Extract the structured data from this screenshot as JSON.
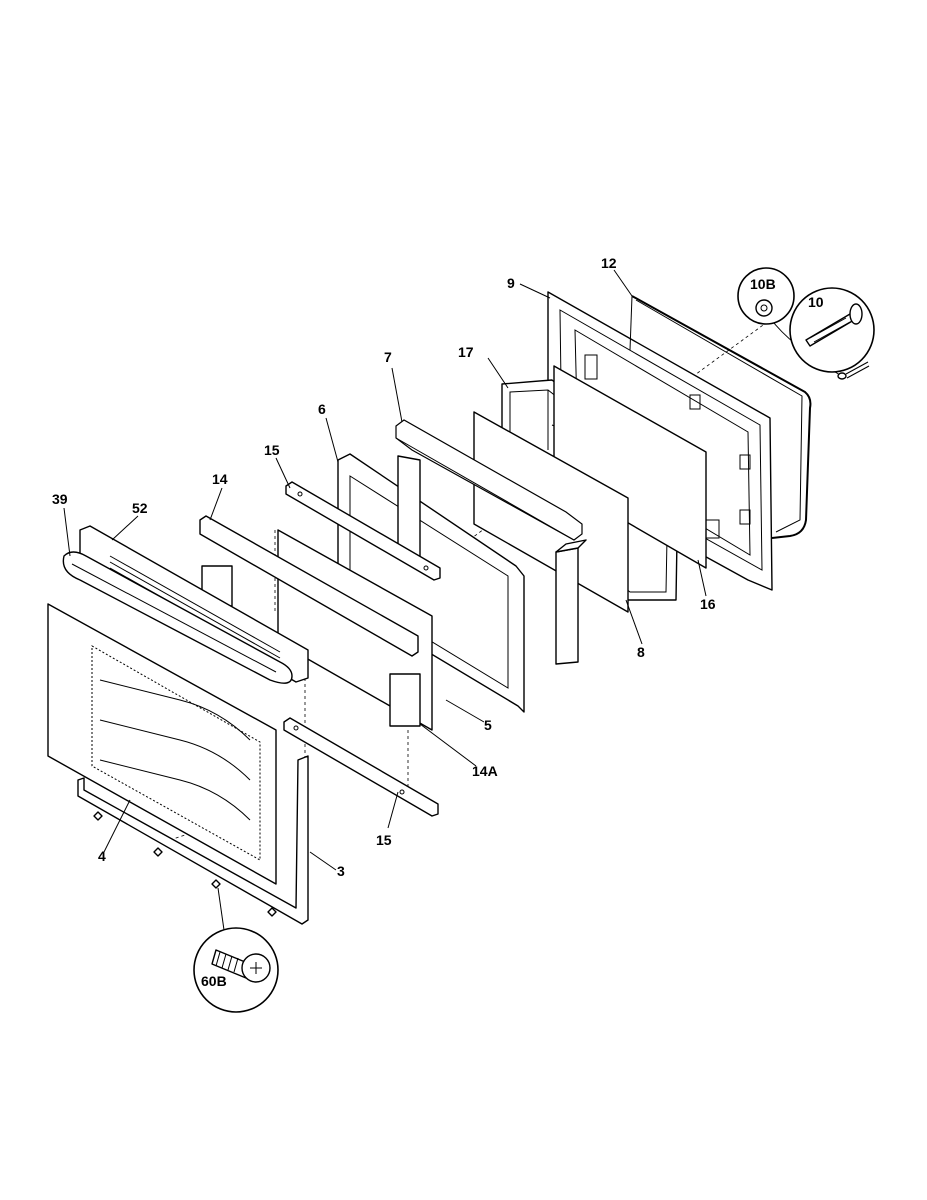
{
  "labels": {
    "p39": "39",
    "p52": "52",
    "p14": "14",
    "p15_top": "15",
    "p6": "6",
    "p7": "7",
    "p17": "17",
    "p9": "9",
    "p12": "12",
    "p10B": "10B",
    "p10": "10",
    "p16": "16",
    "p8": "8",
    "p5": "5",
    "p14A": "14A",
    "p15_bottom": "15",
    "p4": "4",
    "p3": "3",
    "p60B": "60B"
  },
  "icons": {
    "screw_callout": "screw-icon",
    "washer_callout": "washer-icon",
    "bolt_callout": "bolt-icon"
  }
}
